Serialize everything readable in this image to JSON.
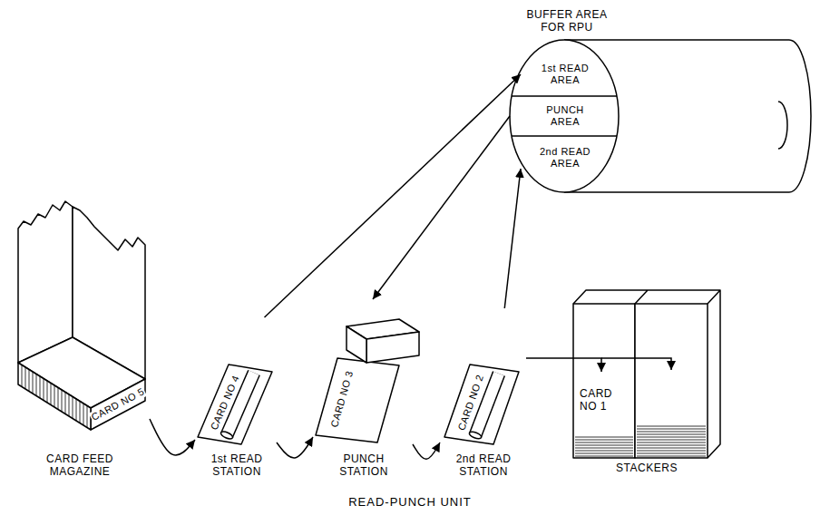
{
  "diagram": {
    "caption": "READ-PUNCH UNIT",
    "nodes": [
      {
        "text": [
          "BUFFER AREA FOR RPU"
        ]
      },
      {
        "text": [
          "1st READ AREA"
        ],
        "in": 0
      },
      {
        "text": [
          "PUNCH AREA"
        ],
        "in": 0
      },
      {
        "text": [
          "2nd READ AREA"
        ],
        "in": 0
      },
      {
        "text": [
          "CARD NO 5",
          "CARD FEED MAGAZINE"
        ]
      },
      {
        "text": [
          "CARD NO 4",
          "1st READ STATION"
        ]
      },
      {
        "text": [
          "CARD NO 3",
          "PUNCH STATION"
        ]
      },
      {
        "text": [
          "CARD NO 2",
          "2nd READ STATION"
        ]
      },
      {
        "text": [
          "CARD NO 1",
          "STACKERS"
        ]
      }
    ],
    "edges": [
      {
        "from": 4,
        "to": 5,
        "arrow": "to"
      },
      {
        "from": 5,
        "to": 6,
        "arrow": "to"
      },
      {
        "from": 6,
        "to": 7,
        "arrow": "to"
      },
      {
        "from": 7,
        "to": 8,
        "arrow": "to"
      },
      {
        "from": 5,
        "to": 1,
        "arrow": "to"
      },
      {
        "from": 2,
        "to": 6,
        "arrow": "to"
      },
      {
        "from": 7,
        "to": 3,
        "arrow": "to"
      }
    ]
  }
}
